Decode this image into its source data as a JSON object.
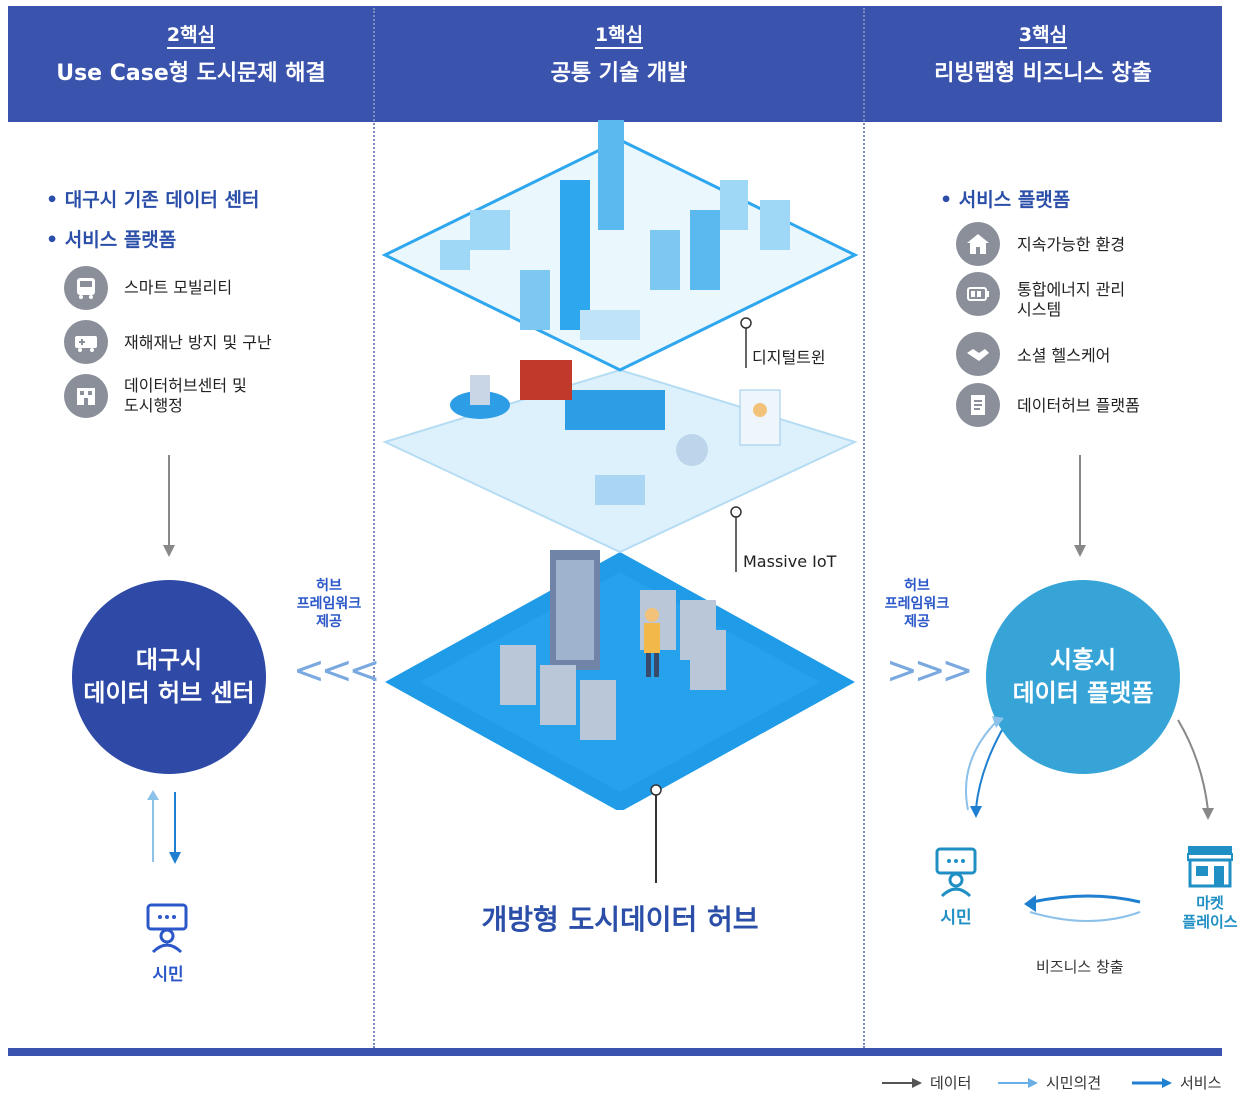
{
  "header": {
    "left": {
      "num": "2핵심",
      "title": "Use Case형 도시문제 해결"
    },
    "center": {
      "num": "1핵심",
      "title": "공통 기술 개발"
    },
    "right": {
      "num": "3핵심",
      "title": "리빙랩형 비즈니스 창출"
    }
  },
  "left": {
    "bullets": [
      "대구시 기존 데이터 센터",
      "서비스 플랫폼"
    ],
    "items": [
      {
        "icon": "bus-icon",
        "label": "스마트 모빌리티"
      },
      {
        "icon": "ambulance-icon",
        "label": "재해재난 방지 및 구난"
      },
      {
        "icon": "building-icon",
        "label": "데이터허브센터 및\n도시행정"
      }
    ],
    "hub_circle": "대구시\n데이터 허브 센터",
    "citizen": "시민"
  },
  "center": {
    "callout_twin": "디지털트윈",
    "callout_iot": "Massive IoT",
    "hub_title": "개방형 도시데이터 허브"
  },
  "side_labels": {
    "left_framework": "허브\n프레임워크\n제공",
    "right_framework": "허브\n프레임워크\n제공",
    "left_arrows": "<<<",
    "right_arrows": ">>>"
  },
  "right": {
    "bullet": "서비스 플랫폼",
    "items": [
      {
        "icon": "house-icon",
        "label": "지속가능한 환경"
      },
      {
        "icon": "battery-icon",
        "label": "통합에너지 관리\n시스템"
      },
      {
        "icon": "handshake-icon",
        "label": "소셜 헬스케어"
      },
      {
        "icon": "document-icon",
        "label": "데이터허브 플랫폼"
      }
    ],
    "platform_circle": "시흥시\n데이터 플랫폼",
    "citizen": "시민",
    "marketplace": "마켓\n플레이스",
    "business": "비즈니스 창출"
  },
  "legend": [
    {
      "label": "데이터",
      "color": "#555555"
    },
    {
      "label": "시민의견",
      "color": "#6aaee6"
    },
    {
      "label": "서비스",
      "color": "#1f7fd0"
    }
  ],
  "colors": {
    "header": "#3a53ad",
    "hub_circle": "#2e4aa6",
    "platform_circle": "#36a4d6",
    "citizen_left": "#2b57c8",
    "citizen_right": "#1f8fc4"
  }
}
